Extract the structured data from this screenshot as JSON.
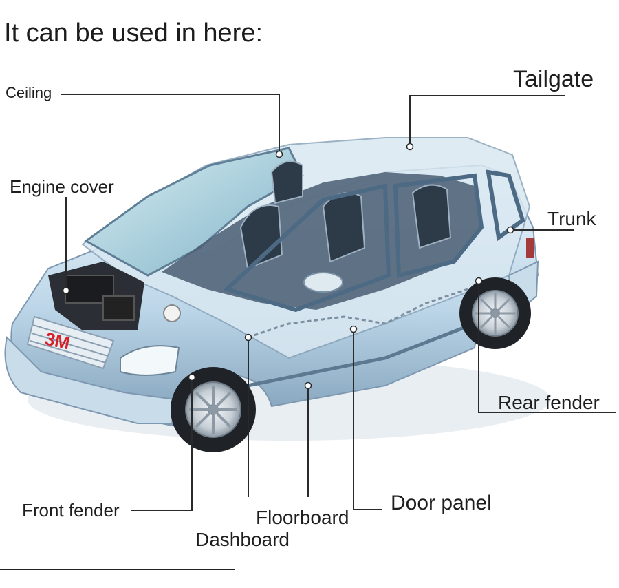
{
  "heading": "It can be used in here:",
  "logo": "3M",
  "labels": {
    "ceiling": "Ceiling",
    "tailgate": "Tailgate",
    "engine_cover": "Engine cover",
    "trunk": "Trunk",
    "rear_fender": "Rear fender",
    "front_fender": "Front fender",
    "door_panel": "Door panel",
    "floorboard": "Floorboard",
    "dashboard": "Dashboard"
  },
  "colors": {
    "body": "#bcd6e8",
    "body_light": "#e4f0f8",
    "body_dark": "#6d8fab",
    "glass": "#9cc9d8",
    "interior": "#3d4f63",
    "tire": "#1f2226",
    "rim": "#d2d8de",
    "logo": "#d71f28",
    "leader_line": "#2a2a2a"
  }
}
